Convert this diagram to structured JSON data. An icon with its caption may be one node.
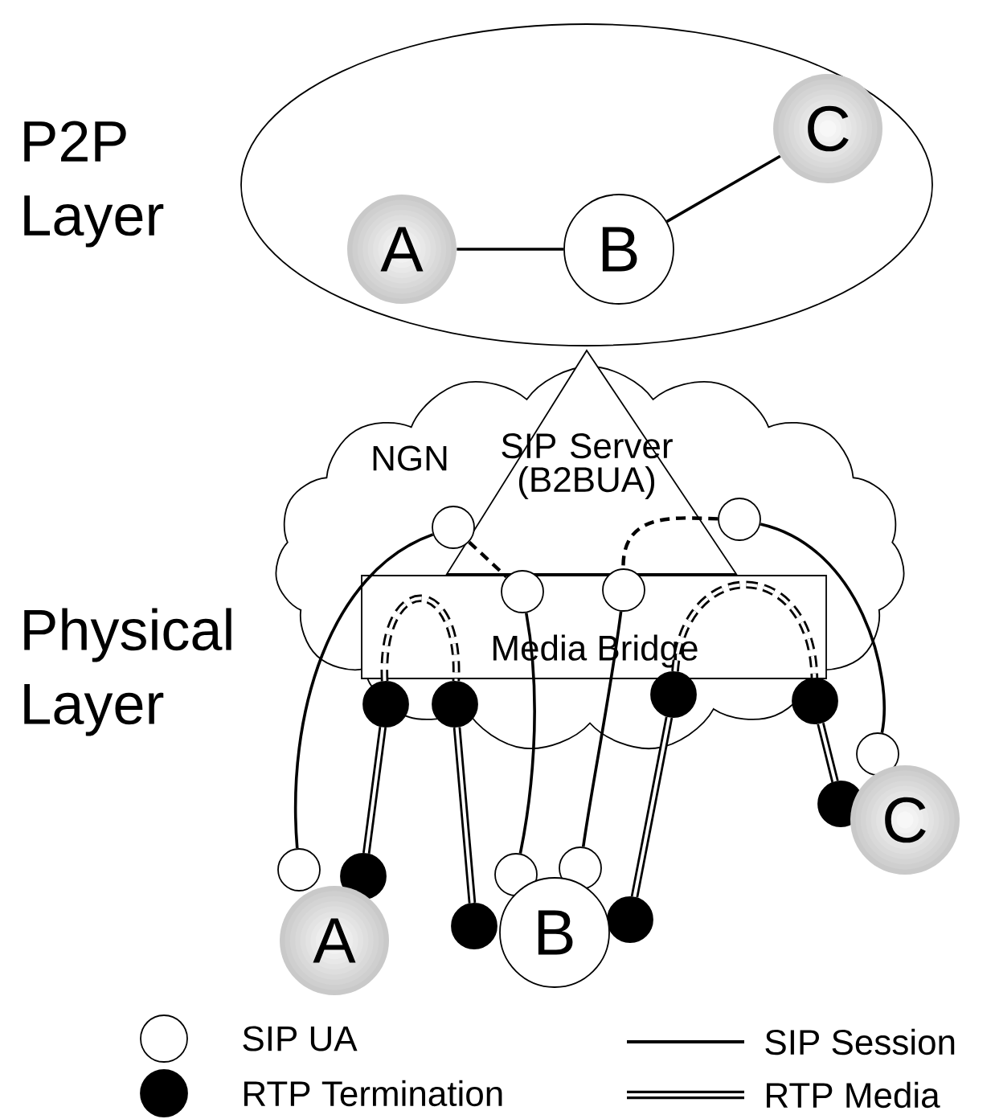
{
  "diagram": {
    "nodes": [
      {
        "text": [],
        "shape": "ellipse"
      },
      {
        "text": [
          "A"
        ],
        "in": 0
      },
      {
        "text": [
          "B"
        ],
        "in": 0
      },
      {
        "text": [
          "C"
        ],
        "in": 0
      },
      {
        "text": [
          "NGN"
        ]
      },
      {
        "text": [
          "SIP Server (B2BUA)"
        ],
        "in": 4
      },
      {
        "text": [
          "Media Bridge"
        ],
        "in": 4
      },
      {
        "text": [],
        "shape": "circle",
        "in": 4
      },
      {
        "text": [],
        "shape": "circle",
        "in": 4
      },
      {
        "text": [],
        "shape": "circle",
        "in": 6
      },
      {
        "text": [],
        "shape": "circle",
        "in": 6
      },
      {
        "text": [],
        "shape": "circle",
        "in": 4
      },
      {
        "text": [],
        "shape": "circle",
        "in": 4
      },
      {
        "text": [],
        "shape": "circle",
        "in": 4
      },
      {
        "text": [],
        "shape": "circle",
        "in": 4
      },
      {
        "text": [],
        "shape": "circle"
      },
      {
        "text": [],
        "shape": "circle"
      },
      {
        "text": [],
        "shape": "circle"
      },
      {
        "text": [],
        "shape": "circle"
      },
      {
        "text": [],
        "shape": "circle"
      },
      {
        "text": [],
        "shape": "circle"
      },
      {
        "text": [],
        "shape": "circle"
      },
      {
        "text": [],
        "shape": "circle"
      },
      {
        "text": [
          "A"
        ]
      },
      {
        "text": [
          "B"
        ]
      },
      {
        "text": [
          "C"
        ]
      }
    ],
    "edges": [
      {
        "from": 1,
        "to": 2,
        "arrow": "none"
      },
      {
        "from": 2,
        "to": 3,
        "arrow": "none"
      },
      {
        "from": 7,
        "to": 15,
        "arrow": "none"
      },
      {
        "from": 8,
        "to": 21,
        "arrow": "none"
      },
      {
        "from": 9,
        "to": 17,
        "arrow": "none"
      },
      {
        "from": 10,
        "to": 18,
        "arrow": "none"
      },
      {
        "from": 7,
        "to": 9,
        "arrow": "none",
        "style": "dashed"
      },
      {
        "from": 8,
        "to": 10,
        "arrow": "none",
        "style": "dashed"
      },
      {
        "from": 11,
        "to": 12,
        "arrow": "none",
        "style": "dashed"
      },
      {
        "from": 13,
        "to": 14,
        "arrow": "none",
        "style": "dashed"
      },
      {
        "from": 11,
        "to": 16,
        "arrow": "none",
        "style": "thick"
      },
      {
        "from": 12,
        "to": 19,
        "arrow": "none",
        "style": "thick"
      },
      {
        "from": 13,
        "to": 20,
        "arrow": "none",
        "style": "thick"
      },
      {
        "from": 14,
        "to": 22,
        "arrow": "none",
        "style": "thick"
      }
    ],
    "labels": [
      "P2P Layer",
      "Physical Layer"
    ],
    "legend": [
      {
        "text": "SIP UA"
      },
      {
        "text": "RTP Termination"
      },
      {
        "text": "SIP Session"
      },
      {
        "text": "RTP Media"
      }
    ]
  }
}
